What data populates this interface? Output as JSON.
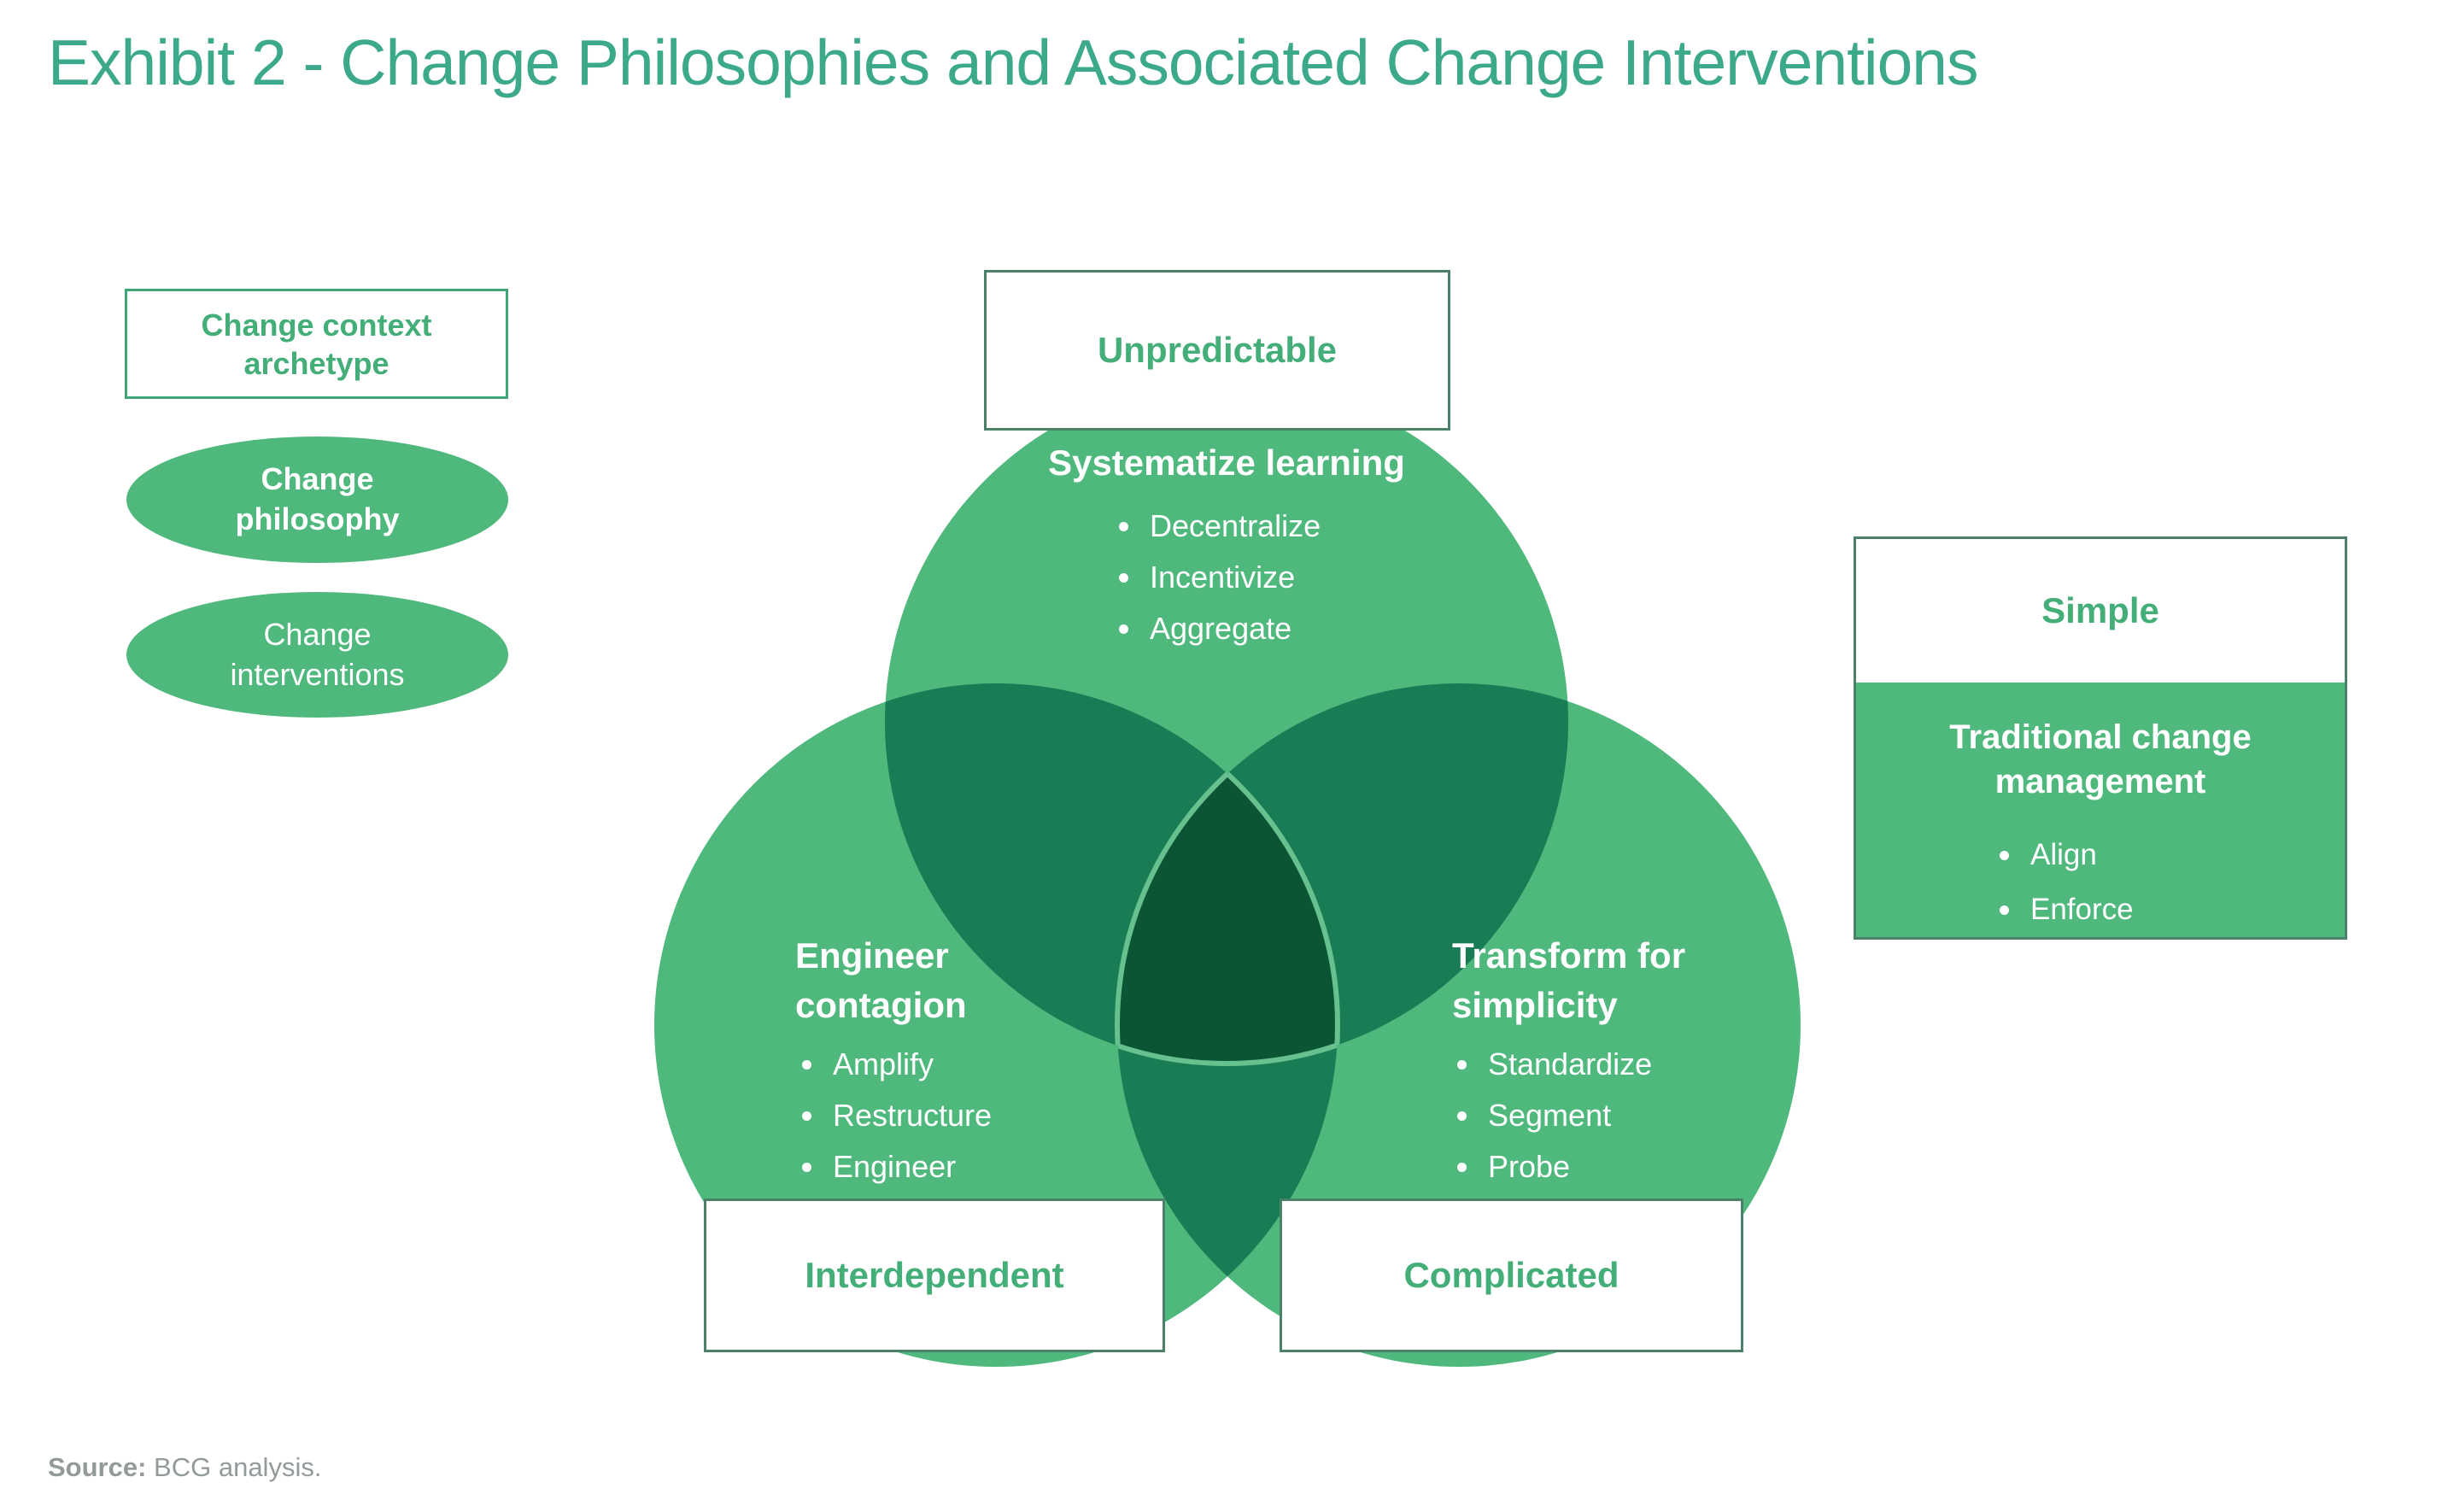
{
  "title": "Exhibit 2 - Change Philosophies and Associated Change Interventions",
  "legend": {
    "archetype_label": "Change context archetype",
    "philosophy_label": "Change philosophy",
    "interventions_label": "Change interventions"
  },
  "venn": {
    "top": {
      "context": "Unpredictable",
      "philosophy": "Systematize learning",
      "interventions": [
        "Decentralize",
        "Incentivize",
        "Aggregate"
      ]
    },
    "left": {
      "context": "Interdependent",
      "philosophy": "Engineer contagion",
      "interventions": [
        "Amplify",
        "Restructure",
        "Engineer"
      ]
    },
    "right": {
      "context": "Complicated",
      "philosophy": "Transform for simplicity",
      "interventions": [
        "Standardize",
        "Segment",
        "Probe"
      ]
    }
  },
  "simple": {
    "context": "Simple",
    "philosophy": "Traditional change management",
    "interventions": [
      "Align",
      "Enforce"
    ]
  },
  "source": {
    "label": "Source:",
    "text": " BCG analysis."
  },
  "colors": {
    "title_green": "#3CA98B",
    "accent_green": "#44AE78",
    "circle_fill": "#4FB87D",
    "overlap_fill": "#1A7C55",
    "core_fill": "#0B5535",
    "core_outline": "#67C18E",
    "box_border": "#4C8169",
    "legend_border": "#3EA574",
    "source_gray": "#939B97"
  }
}
